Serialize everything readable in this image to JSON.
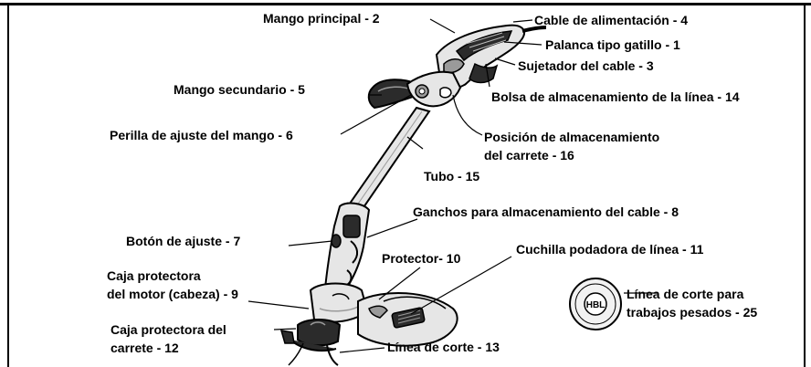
{
  "labels": {
    "mango_principal": "Mango principal  - 2",
    "cable_alimentacion": "Cable de alimentación  - 4",
    "palanca_gatillo": "Palanca tipo gatillo  - 1",
    "sujetador_cable": "Sujetador del cable  - 3",
    "mango_secundario": "Mango secundario - 5",
    "bolsa_almacenamiento": "Bolsa de almacenamiento de la línea - 14",
    "perilla_ajuste": "Perilla de ajuste del mango  - 6",
    "posicion_carrete": "Posición de almacenamiento\ndel carrete  - 16",
    "tubo": "Tubo  - 15",
    "ganchos_cable": "Ganchos para almacenamiento del cable  - 8",
    "boton_ajuste": "Botón de ajuste - 7",
    "protector": "Protector- 10",
    "cuchilla": "Cuchilla podadora de línea  - 11",
    "caja_motor": "Caja protectora\ndel motor (cabeza)  - 9",
    "linea_pesada": "Línea de corte para\ntrabajos pesados  - 25",
    "caja_carrete": "Caja protectora del\ncarrete  - 12",
    "linea_corte": "Línea de corte  - 13",
    "spool_logo": "HBL"
  },
  "colors": {
    "line": "#000000",
    "body_dark": "#2b2b2b",
    "body_mid": "#9a9a9a",
    "body_light": "#e6e6e6",
    "spool_fill": "#f2f2f2"
  }
}
